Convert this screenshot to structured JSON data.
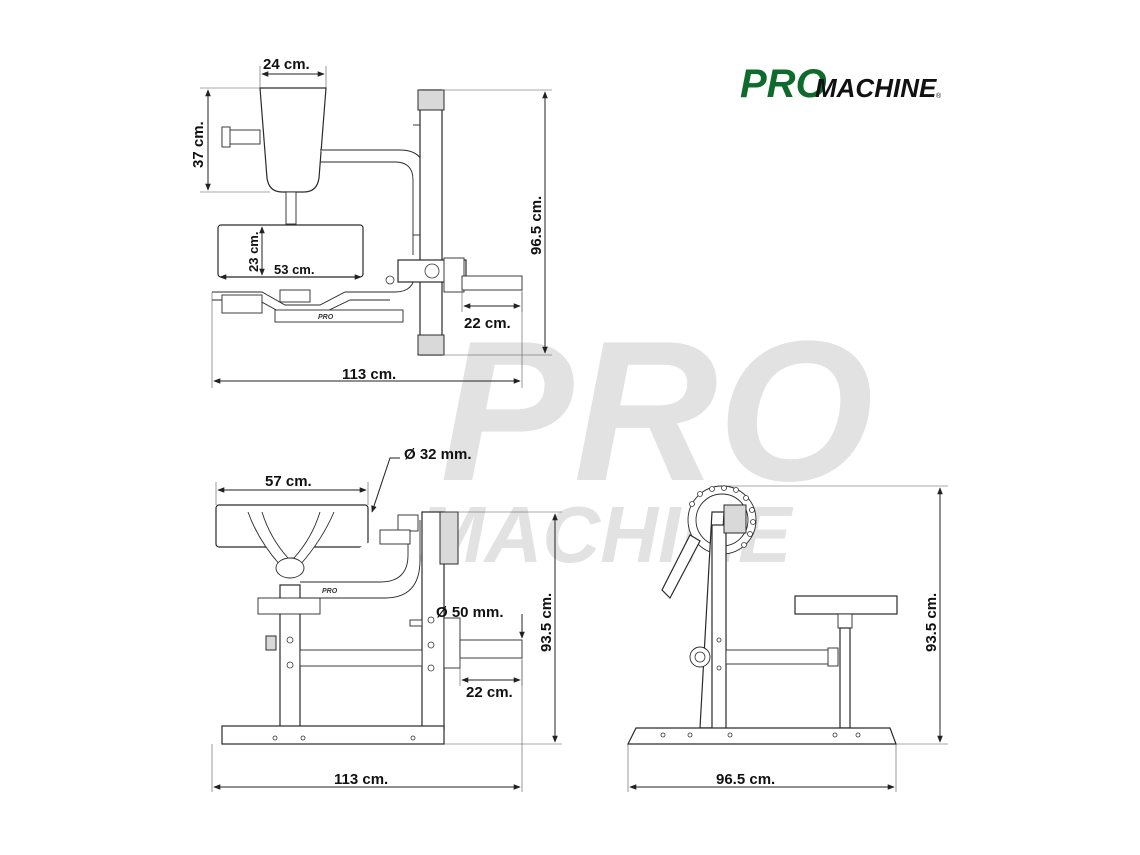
{
  "brand": {
    "pro": "PRO",
    "machine": "MACHINE",
    "registered": "®"
  },
  "watermark": {
    "line1": "PRO",
    "line2": "MACHINE"
  },
  "top_view": {
    "pad_width": "24 cm.",
    "pad_height": "37 cm.",
    "seat_height": "23 cm.",
    "seat_width": "53 cm.",
    "total_height": "96.5 cm.",
    "handle_length": "22 cm.",
    "total_width": "113 cm."
  },
  "front_view": {
    "pad_width": "57 cm.",
    "tube_diameter": "Ø 32 mm.",
    "peg_diameter": "Ø 50 mm.",
    "height": "93.5 cm.",
    "peg_length": "22 cm.",
    "total_width": "113 cm."
  },
  "side_view": {
    "height": "93.5 cm.",
    "depth": "96.5 cm."
  }
}
